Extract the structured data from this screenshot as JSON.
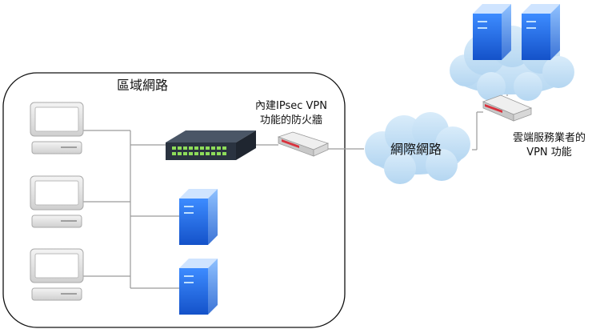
{
  "local_network": {
    "label": "區域網路"
  },
  "firewall": {
    "label_line1": "內建IPsec VPN",
    "label_line2": "功能的防火牆"
  },
  "internet": {
    "label": "網際網路"
  },
  "cloud_vpn": {
    "label_line1": "雲端服務業者的",
    "label_line2": "VPN 功能"
  },
  "colors": {
    "server_blue": "#1f6fe0",
    "cloud_fill": "#c9e3f7",
    "router_accent": "#d9323d",
    "switch_body": "#2a3340",
    "switch_ports": "#8edc5a",
    "link_line": "#9a9a9a"
  }
}
